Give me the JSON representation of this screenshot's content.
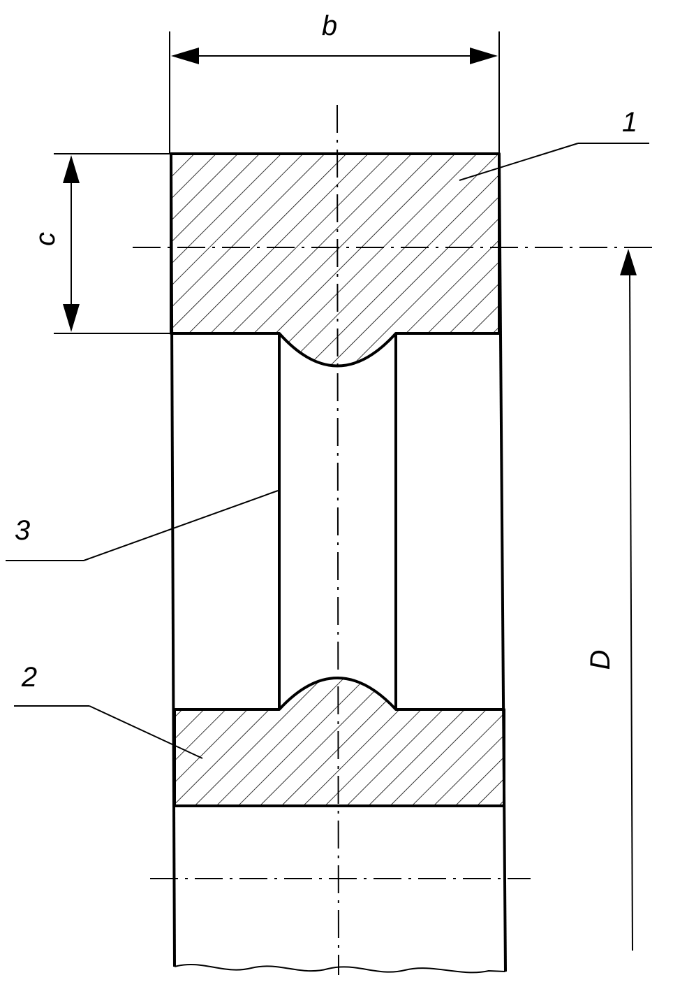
{
  "labels": {
    "dim_b": "b",
    "dim_c": "c",
    "dim_D": "D",
    "part_1": "1",
    "part_2": "2",
    "part_3": "3"
  },
  "colors": {
    "line": "#000000",
    "background": "#ffffff"
  }
}
